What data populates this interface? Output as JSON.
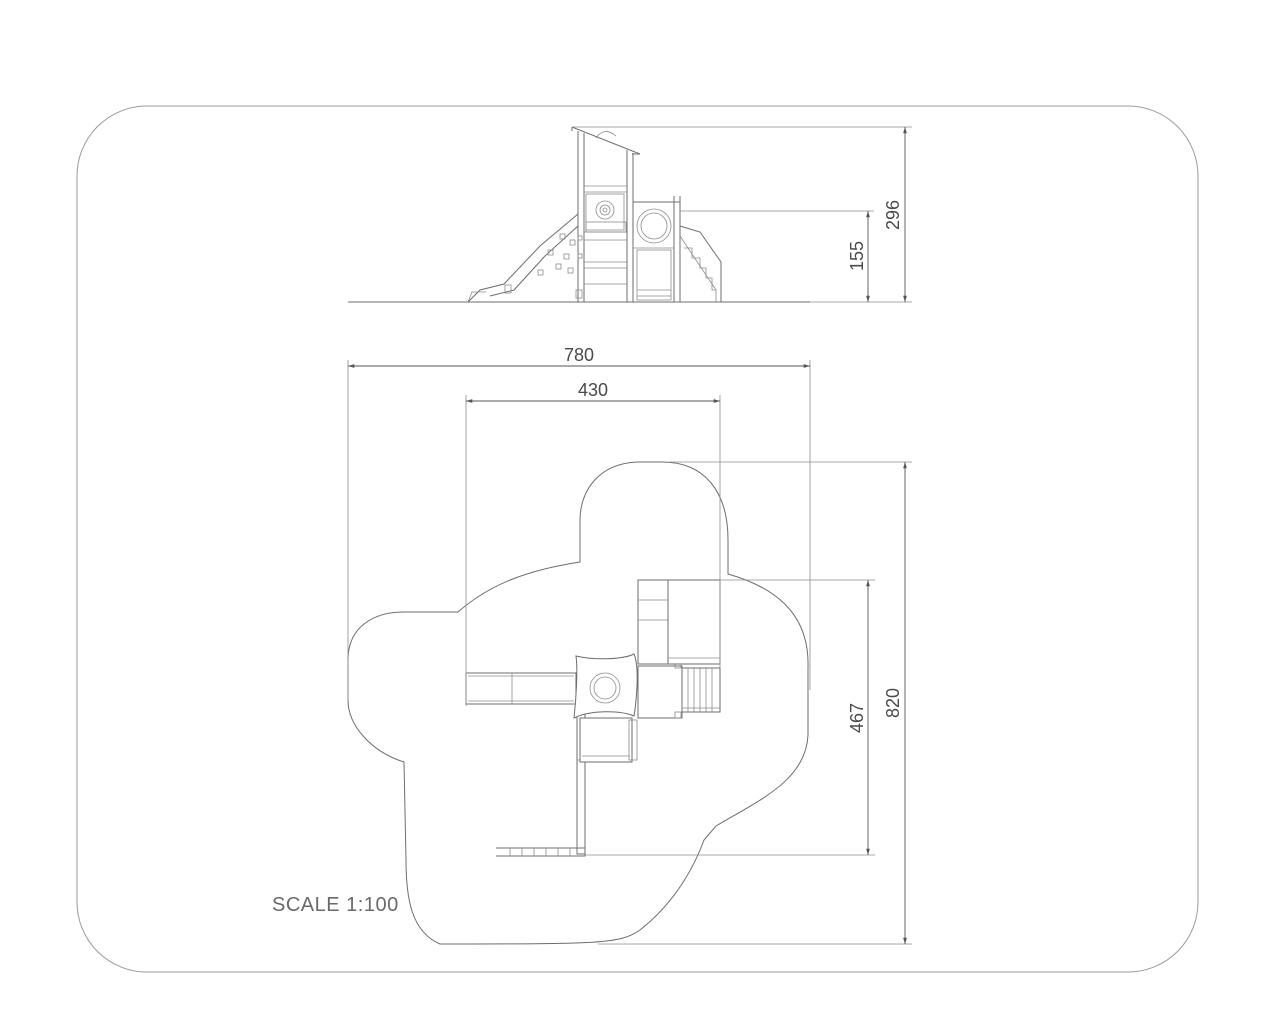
{
  "dimensions": {
    "total_height": "296",
    "platform_height": "155",
    "total_width": "780",
    "inner_width": "430",
    "inner_depth": "467",
    "total_depth": "820"
  },
  "scale_label": "SCALE 1:100",
  "colors": {
    "line": "#6d6d6d",
    "frame": "#9a9a9a",
    "text": "#4a4a4a"
  }
}
